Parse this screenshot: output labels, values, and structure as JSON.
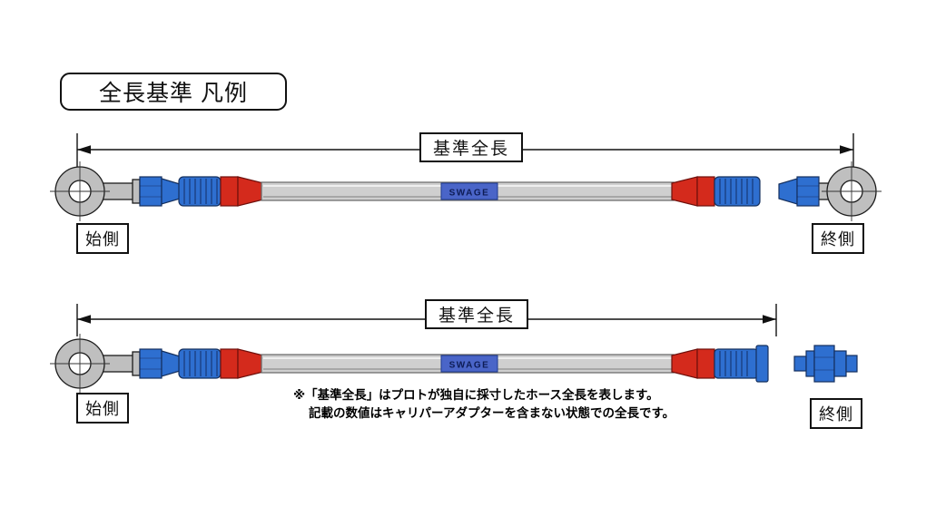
{
  "title": "全長基準 凡例",
  "hose": {
    "brand": "SWAGE"
  },
  "diagram_top": {
    "dimension_label": "基準全長",
    "start_label": "始側",
    "end_label": "終側"
  },
  "diagram_bottom": {
    "dimension_label": "基準全長",
    "start_label": "始側",
    "end_label": "終側"
  },
  "note": {
    "line1": "※「基準全長」はプロトが独自に採寸したホース全長を表します。",
    "line2": "記載の数値はキャリパーアダプターを含まない状態での全長です。"
  },
  "colors": {
    "fitting_blue": "#2e6fd0",
    "fitting_red": "#d42a1c",
    "hose_gray": "#cfcfcf",
    "steel_gray": "#bfbfbf",
    "swage_bg": "#4a65c8"
  }
}
